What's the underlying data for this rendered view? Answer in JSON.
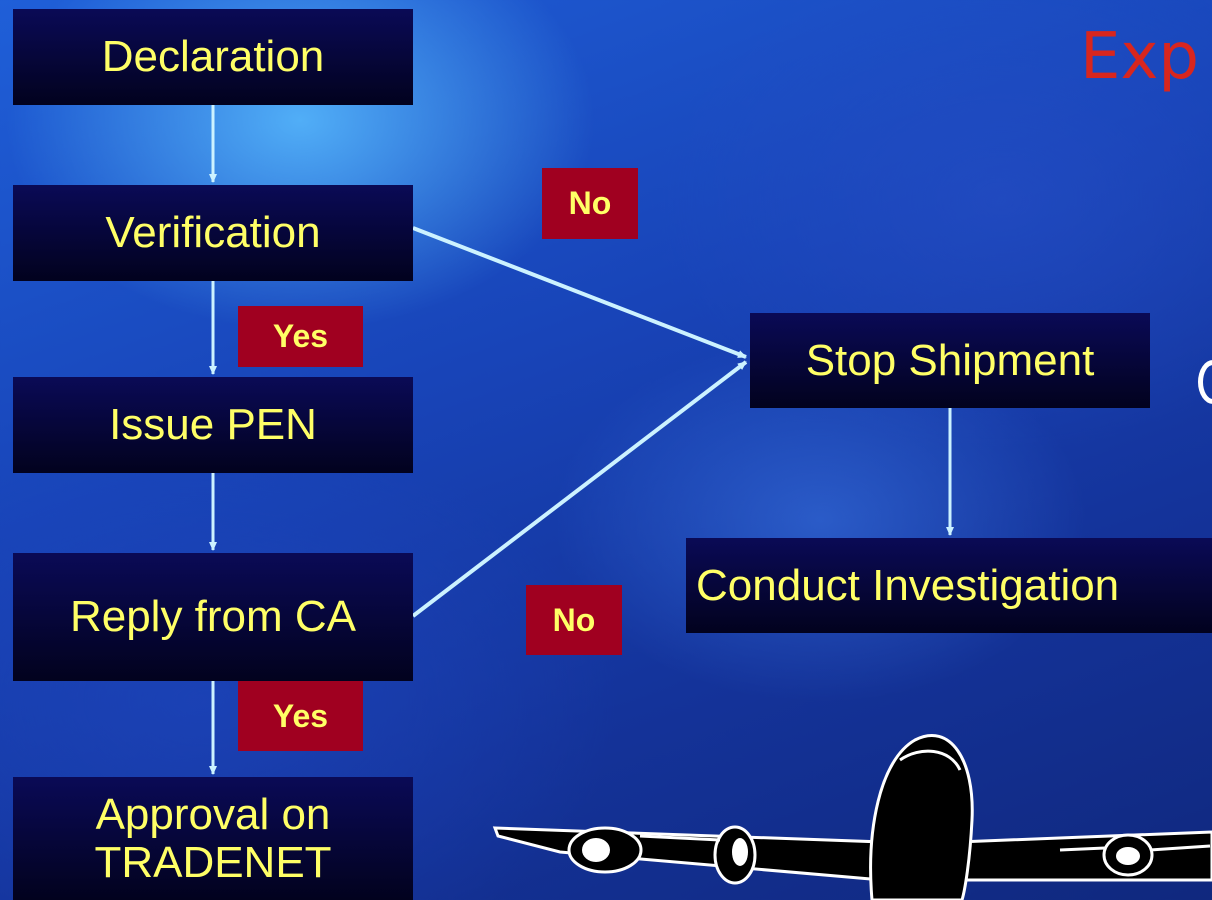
{
  "title": "Exp",
  "nodes": {
    "declaration": "Declaration",
    "verification": "Verification",
    "issue_pen": "Issue PEN",
    "reply_from_ca": "Reply from CA",
    "approval": "Approval on TRADENET",
    "stop_shipment": "Stop Shipment",
    "conduct_investigation": "Conduct Investigation"
  },
  "edge_labels": {
    "verification_no": "No",
    "verification_yes": "Yes",
    "reply_no": "No",
    "reply_yes": "Yes"
  },
  "colors": {
    "box": "#02021e",
    "box_text": "#ffff66",
    "tag": "#a00020",
    "arrow": "#ccf2ff",
    "title": "#d8261e"
  }
}
